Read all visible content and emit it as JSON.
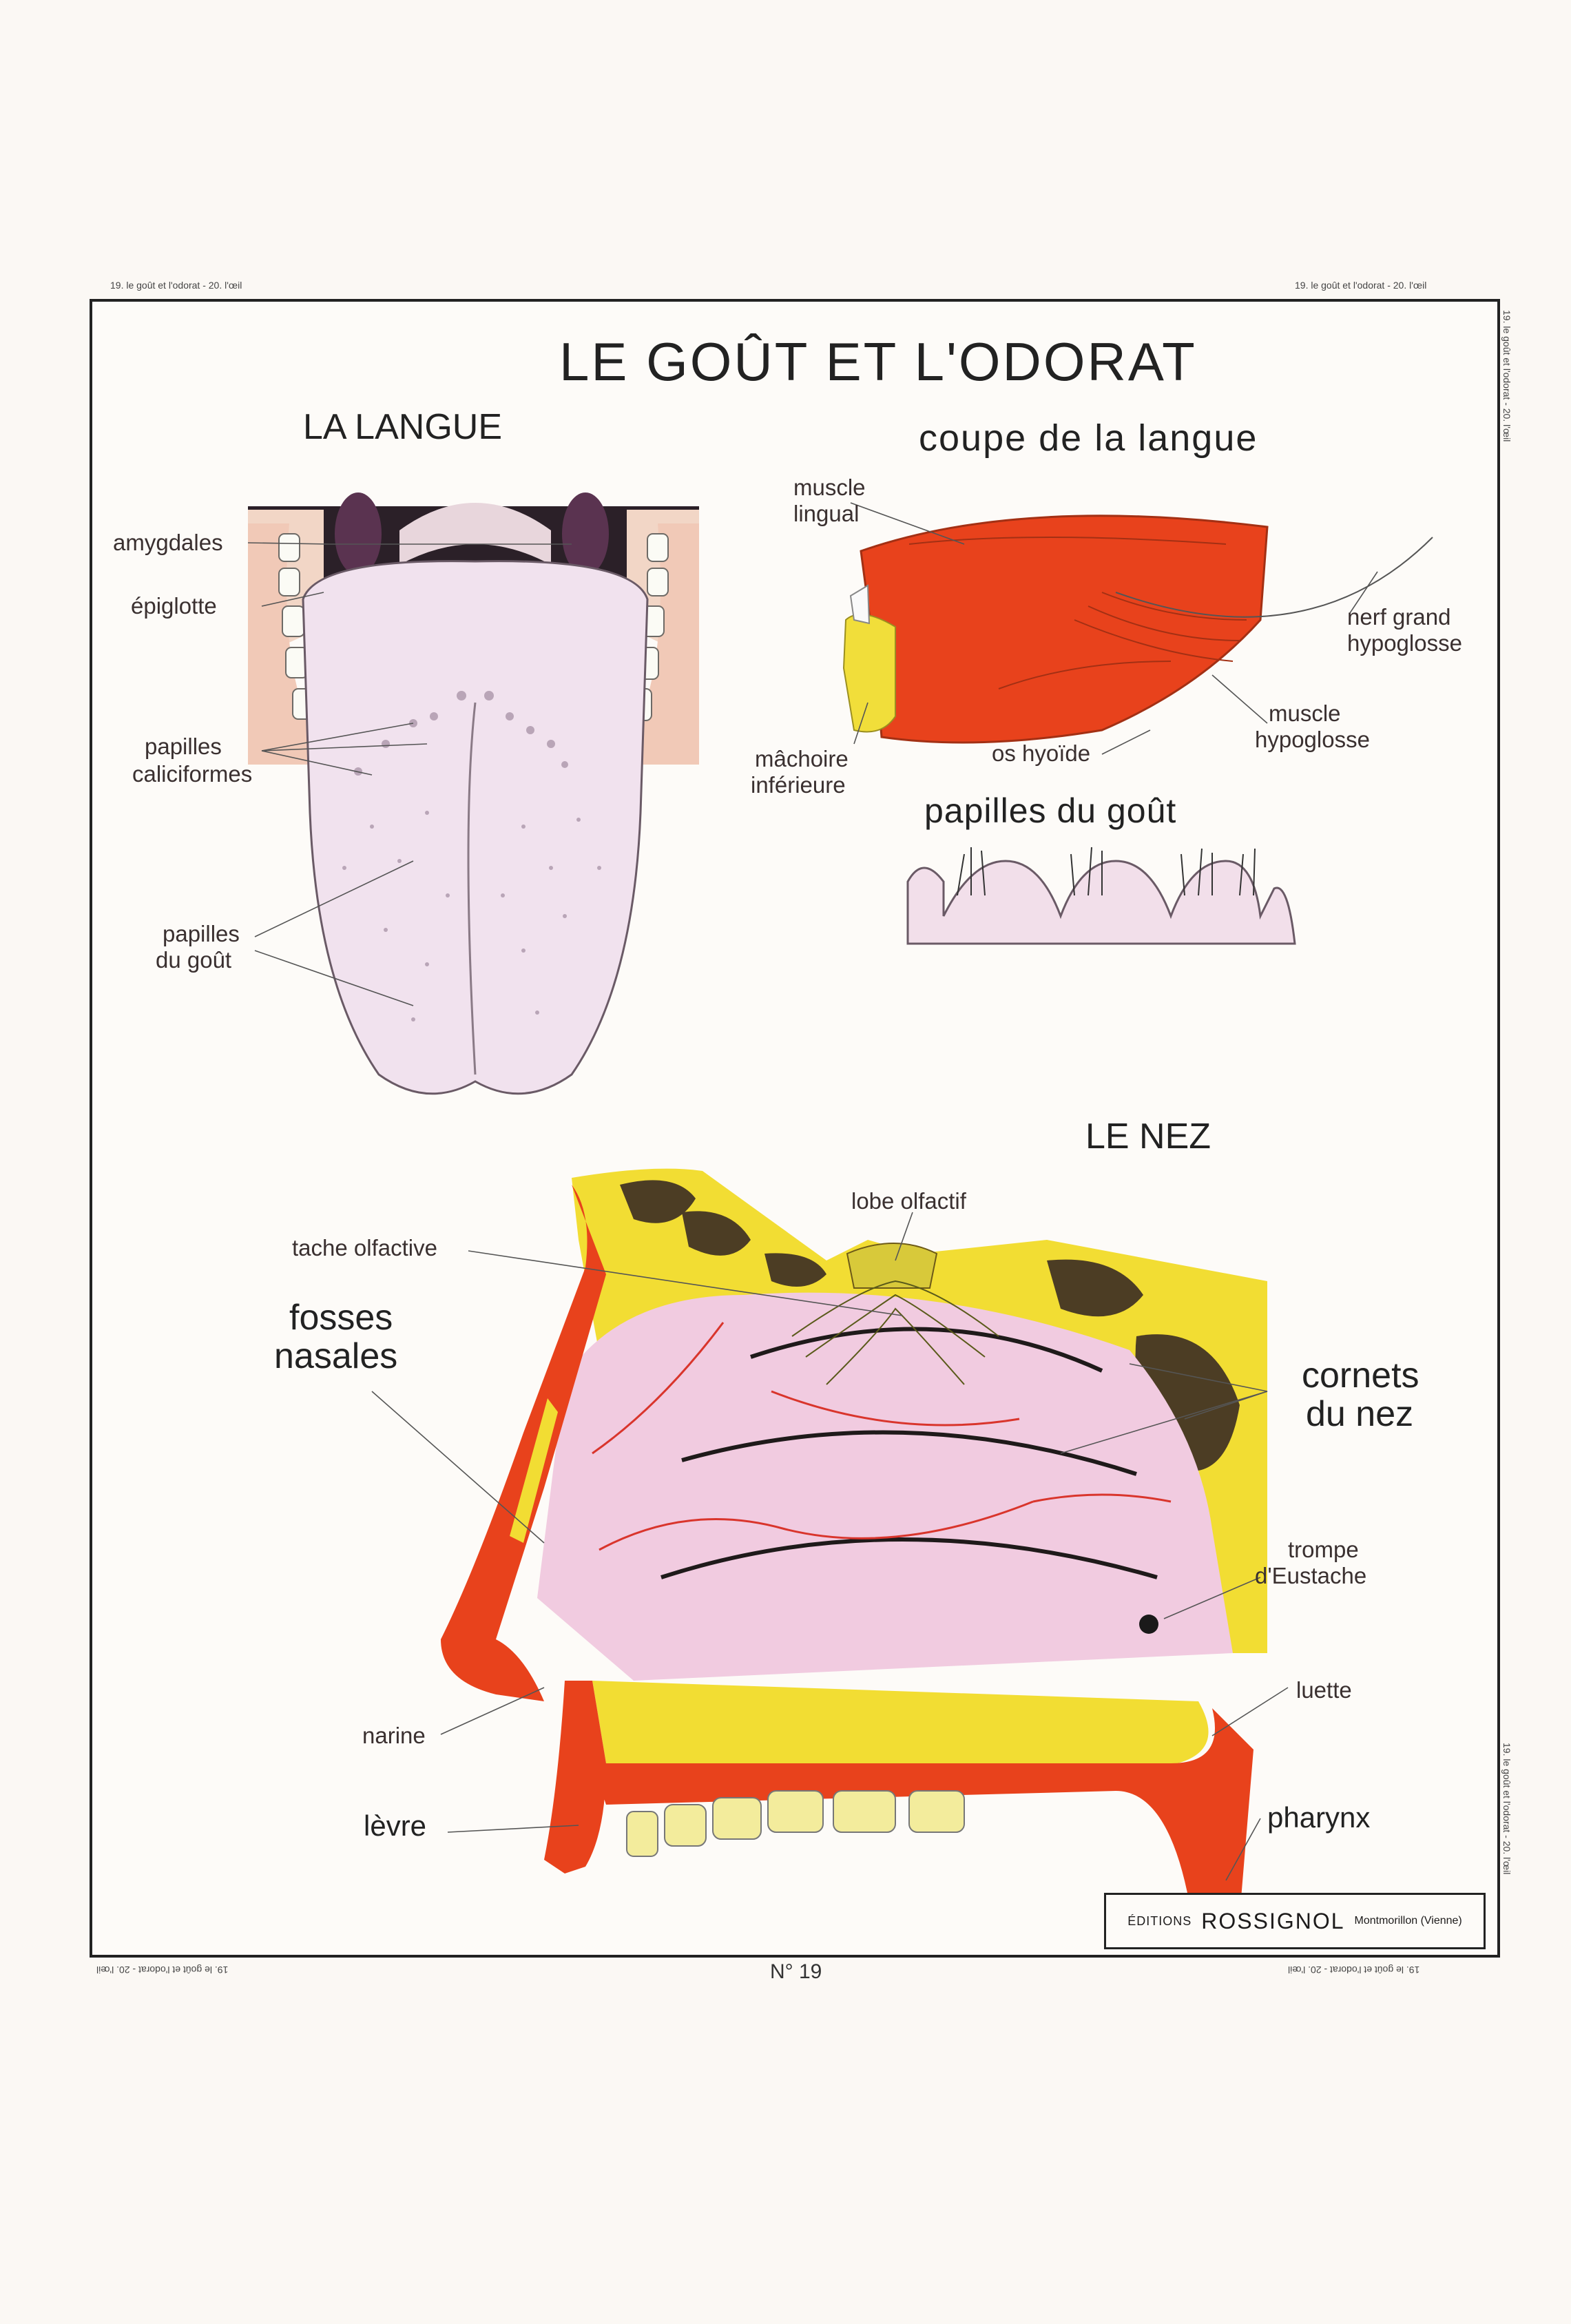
{
  "edge_text": "19. le goût et l'odorat - 20. l'œil",
  "title_main": "LE GOÛT ET L'ODORAT",
  "section_tongue": "LA LANGUE",
  "section_tongue_cut": "coupe de la langue",
  "section_taste_buds": "papilles du goût",
  "section_nose": "LE NEZ",
  "tongue_labels": {
    "amygdales": "amygdales",
    "epiglotte": "épiglotte",
    "papilles_1": "papilles",
    "papilles_2": "caliciformes",
    "papilles_gout_1": "papilles",
    "papilles_gout_2": "du goût"
  },
  "cut_labels": {
    "muscle_lingual_1": "muscle",
    "muscle_lingual_2": "lingual",
    "nerf_1": "nerf grand",
    "nerf_2": "hypoglosse",
    "muscle_hypo_1": "muscle",
    "muscle_hypo_2": "hypoglosse",
    "os_hyoide": "os hyoïde",
    "machoire_1": "mâchoire",
    "machoire_2": "inférieure"
  },
  "nose_labels": {
    "lobe": "lobe olfactif",
    "tache": "tache olfactive",
    "fosses_1": "fosses",
    "fosses_2": "nasales",
    "cornets_1": "cornets",
    "cornets_2": "du nez",
    "trompe_1": "trompe",
    "trompe_2": "d'Eustache",
    "luette": "luette",
    "narine": "narine",
    "levre": "lèvre",
    "pharynx": "pharynx"
  },
  "publisher": {
    "a": "ÉDITIONS",
    "b": "ROSSIGNOL",
    "c": "Montmorillon (Vienne)"
  },
  "number": "N° 19"
}
